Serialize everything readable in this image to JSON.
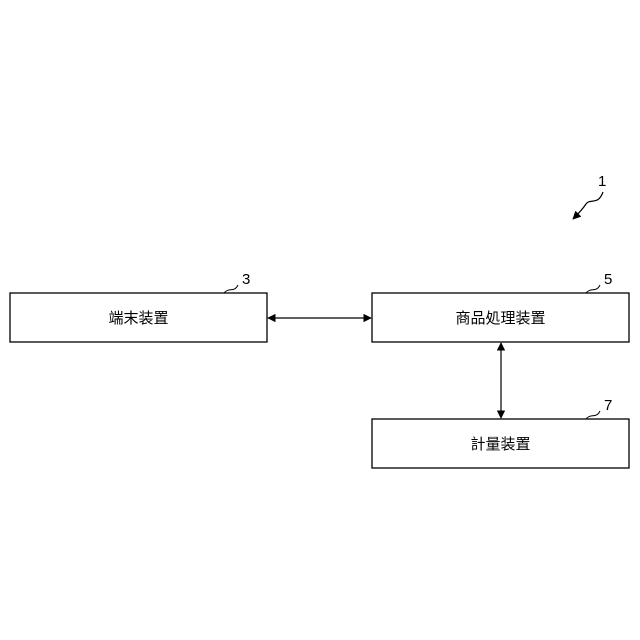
{
  "figure": {
    "ref": "1"
  },
  "nodes": {
    "terminal": {
      "label": "端末装置",
      "ref": "3"
    },
    "processor": {
      "label": "商品処理装置",
      "ref": "5"
    },
    "scale": {
      "label": "計量装置",
      "ref": "7"
    }
  },
  "edges": [
    {
      "from": "terminal",
      "to": "processor",
      "direction": "bidirectional"
    },
    {
      "from": "processor",
      "to": "scale",
      "direction": "bidirectional"
    }
  ]
}
